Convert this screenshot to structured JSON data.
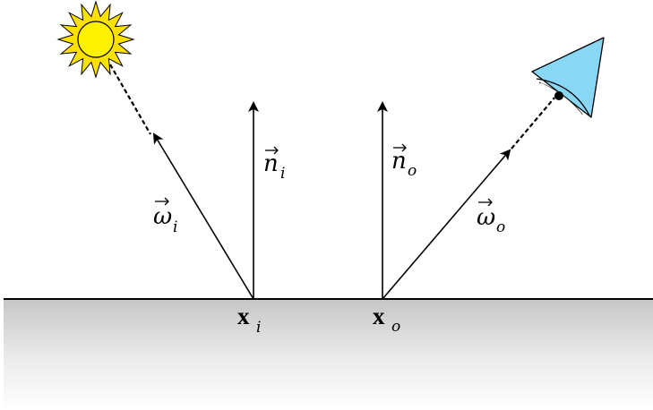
{
  "labels": {
    "omega_i": "ω",
    "omega_i_sub": "i",
    "n_i": "n",
    "n_i_sub": "i",
    "n_o": "n",
    "n_o_sub": "o",
    "omega_o": "ω",
    "omega_o_sub": "o",
    "x_i": "x",
    "x_i_sub": "i",
    "x_o": "x",
    "x_o_sub": "o"
  },
  "icons": {
    "light_source": "sun-icon",
    "viewer": "eye-camera-icon"
  },
  "colors": {
    "sun_fill": "#FFE100",
    "sun_disc": "#FFF200",
    "camera_fill": "#87D7F5",
    "surface_top": "#C8C8C8",
    "surface_bottom": "#FFFFFF",
    "stroke": "#000000"
  }
}
